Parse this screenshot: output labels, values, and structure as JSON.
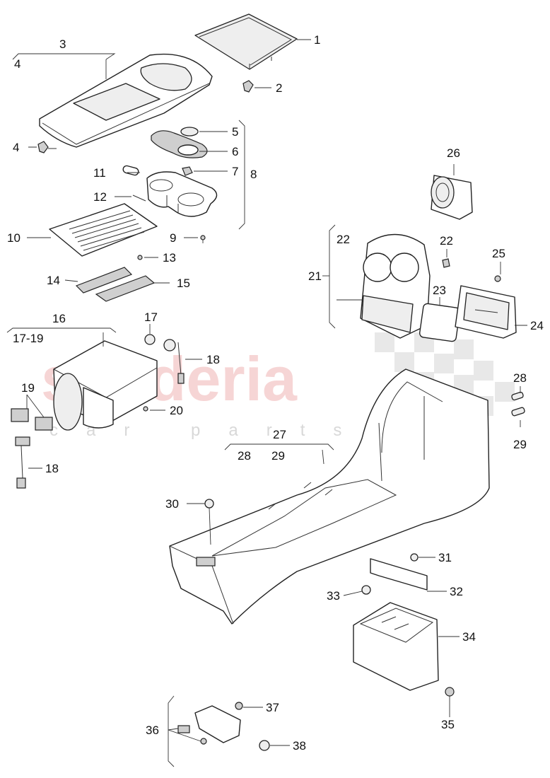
{
  "watermark": {
    "brand": "scuderia",
    "tagline": "car parts"
  },
  "callouts": {
    "c1": "1",
    "c2": "2",
    "c3": "3",
    "c4a": "4",
    "c4b": "4",
    "c5": "5",
    "c6": "6",
    "c7": "7",
    "c8": "8",
    "c9": "9",
    "c10": "10",
    "c11": "11",
    "c12": "12",
    "c13": "13",
    "c14": "14",
    "c15": "15",
    "c16": "16",
    "c17": "17",
    "c17_19": "17-19",
    "c18a": "18",
    "c18b": "18",
    "c19": "19",
    "c20": "20",
    "c21": "21",
    "c22a": "22",
    "c22b": "22",
    "c23": "23",
    "c24": "24",
    "c25": "25",
    "c26": "26",
    "c27": "27",
    "c28a": "28",
    "c28b": "28",
    "c29a": "29",
    "c29b": "29",
    "c30": "30",
    "c31": "31",
    "c32": "32",
    "c33": "33",
    "c34": "34",
    "c35": "35",
    "c36": "36",
    "c37": "37",
    "c38": "38"
  }
}
